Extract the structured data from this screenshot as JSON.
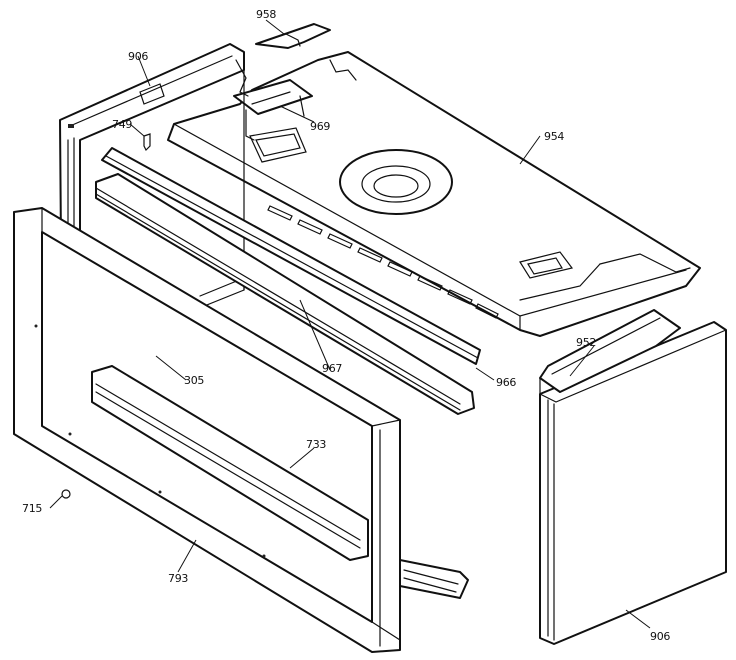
{
  "diagram": {
    "callouts": [
      {
        "id": "c958",
        "label": "958"
      },
      {
        "id": "c906a",
        "label": "906"
      },
      {
        "id": "c749",
        "label": "749"
      },
      {
        "id": "c969",
        "label": "969"
      },
      {
        "id": "c954",
        "label": "954"
      },
      {
        "id": "c967",
        "label": "967"
      },
      {
        "id": "c305",
        "label": "305"
      },
      {
        "id": "c966",
        "label": "966"
      },
      {
        "id": "c952",
        "label": "952"
      },
      {
        "id": "c733",
        "label": "733"
      },
      {
        "id": "c715",
        "label": "715"
      },
      {
        "id": "c793",
        "label": "793"
      },
      {
        "id": "c906b",
        "label": "906"
      }
    ]
  }
}
